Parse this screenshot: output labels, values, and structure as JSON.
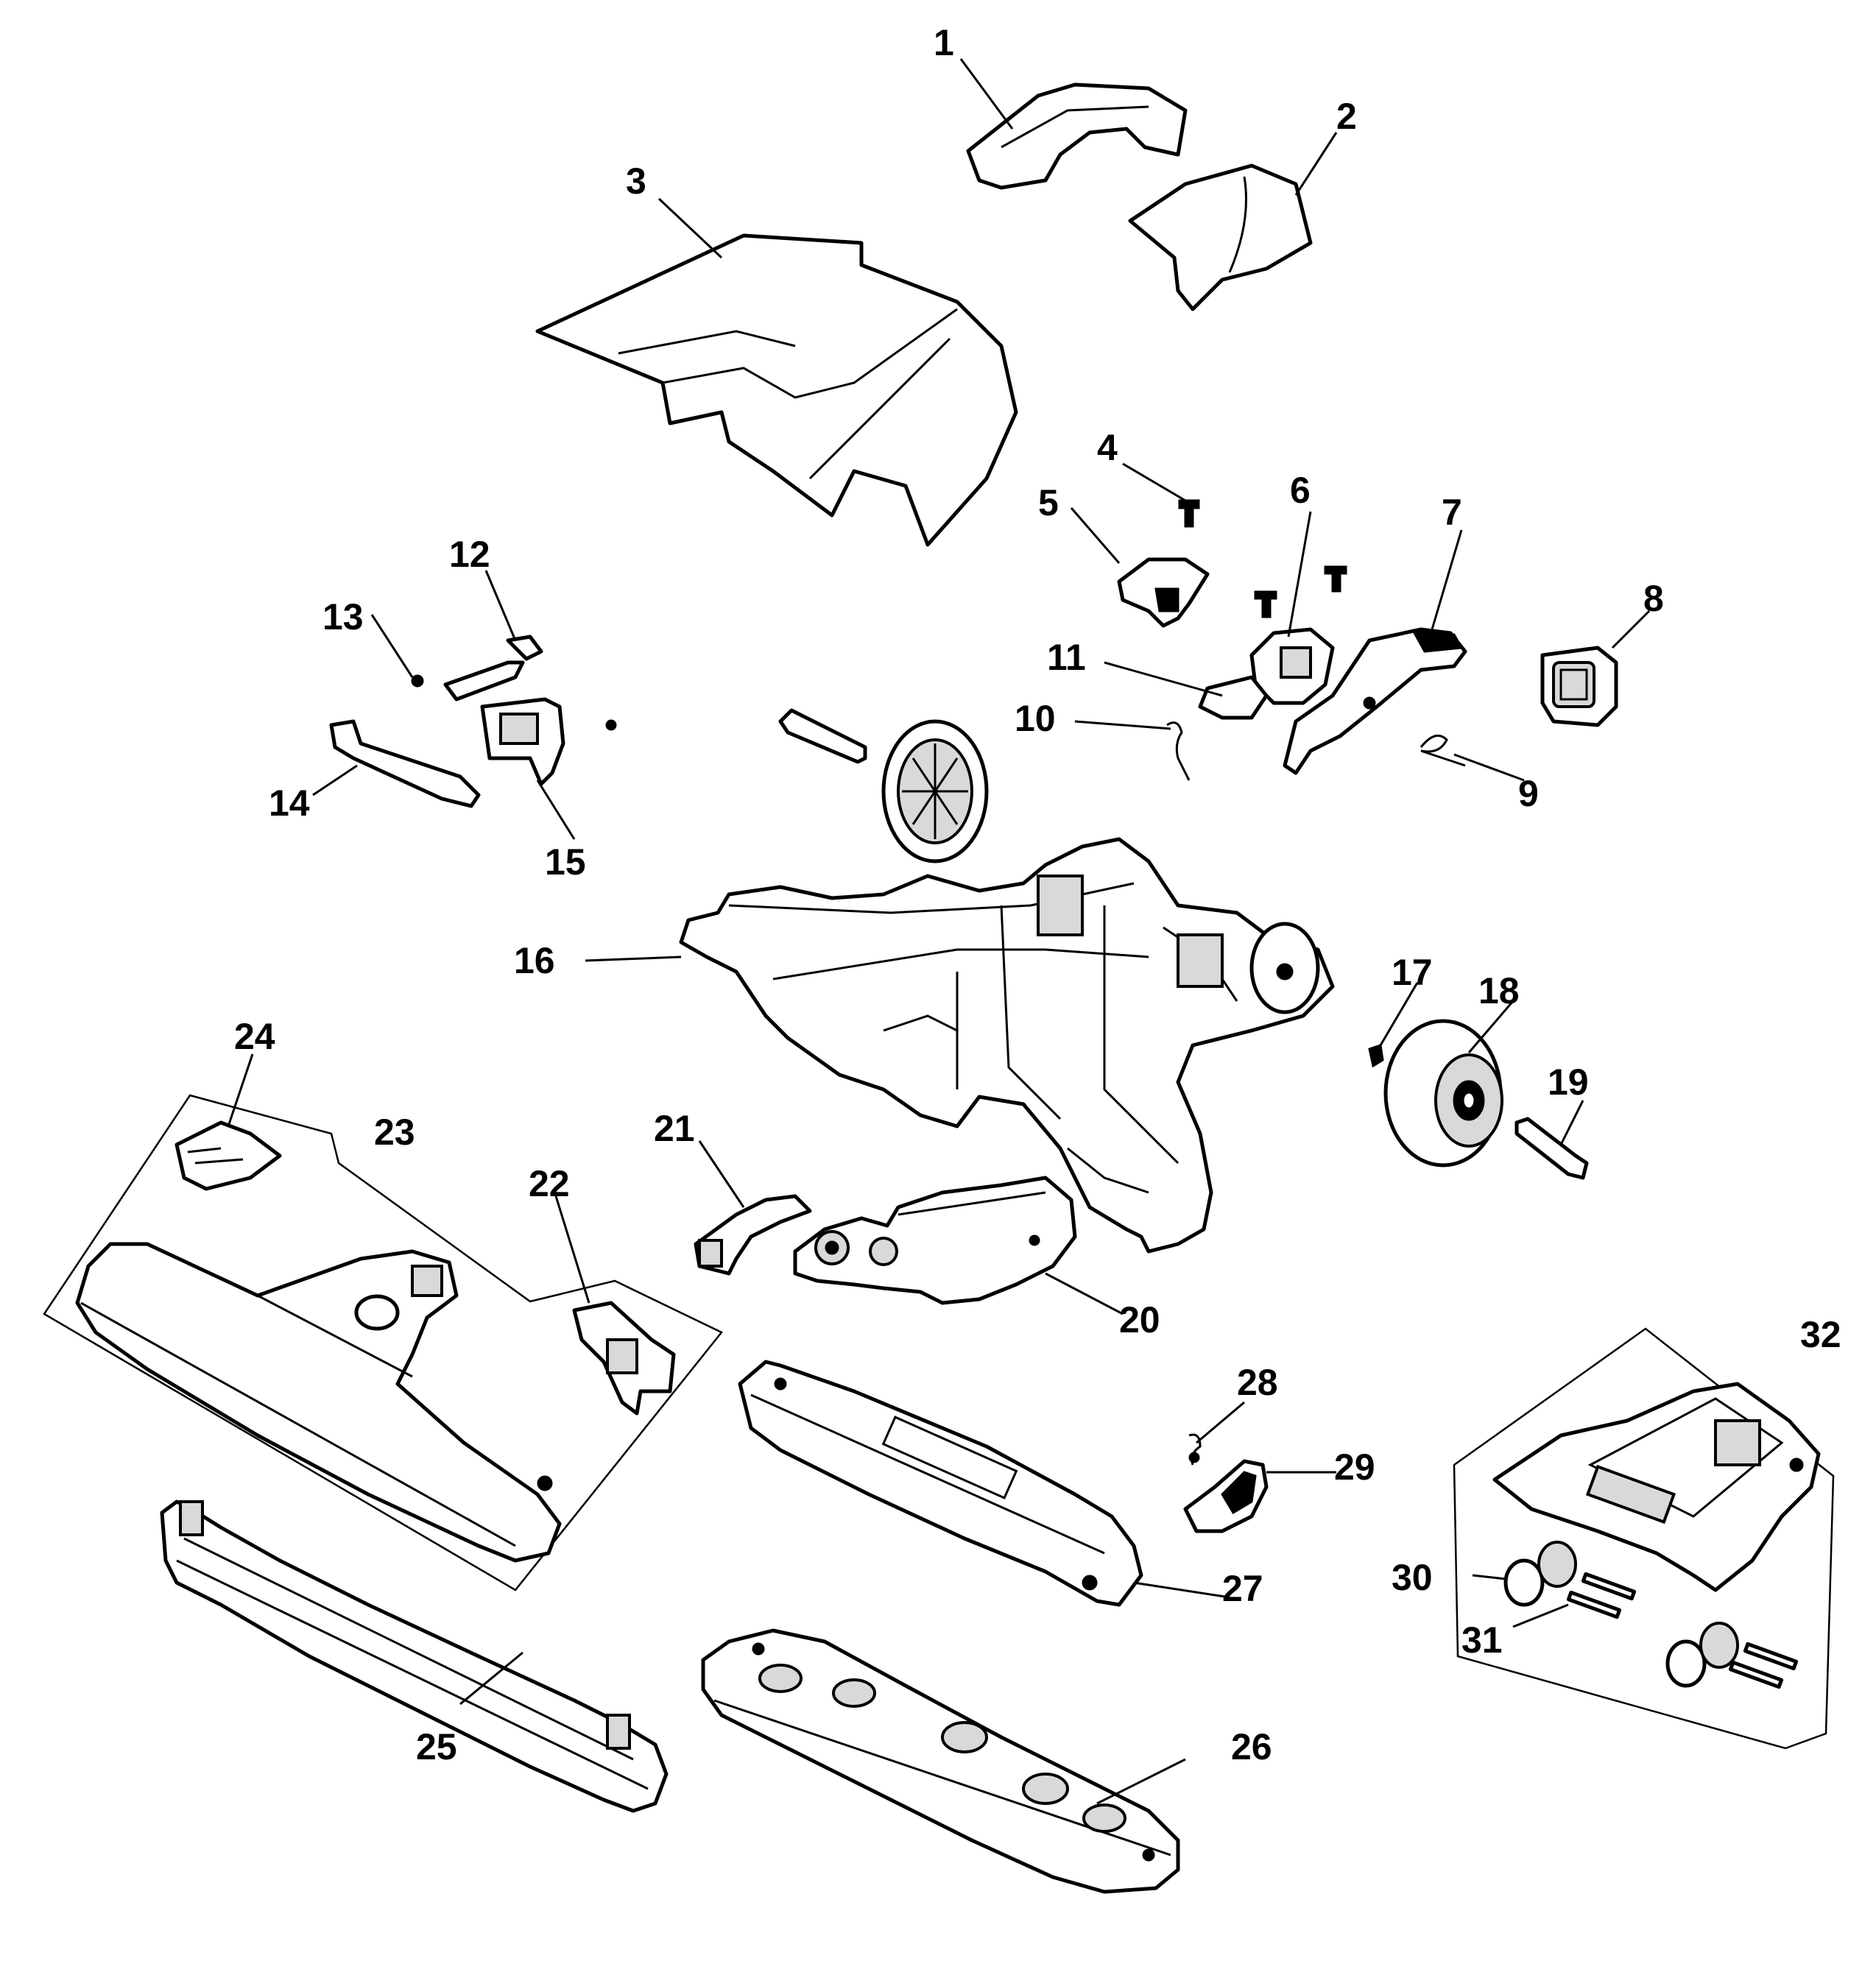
{
  "callouts": {
    "c1": "1",
    "c2": "2",
    "c3": "3",
    "c4": "4",
    "c5": "5",
    "c6": "6",
    "c7": "7",
    "c8": "8",
    "c9": "9",
    "c10": "10",
    "c11": "11",
    "c12": "12",
    "c13": "13",
    "c14": "14",
    "c15": "15",
    "c16": "16",
    "c17": "17",
    "c18": "18",
    "c19": "19",
    "c20": "20",
    "c21": "21",
    "c22": "22",
    "c23": "23",
    "c24": "24",
    "c25": "25",
    "c26": "26",
    "c27": "27",
    "c28": "28",
    "c29": "29",
    "c30": "30",
    "c31": "31",
    "c32": "32"
  }
}
